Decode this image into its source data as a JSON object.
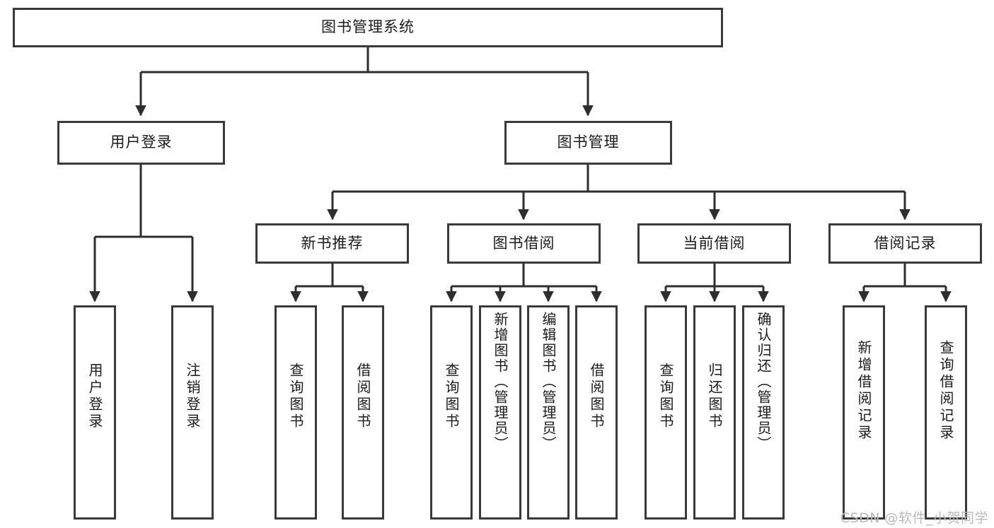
{
  "diagram": {
    "type": "tree-hierarchy",
    "title": "图书管理系统",
    "orientation": "top-down",
    "colors": {
      "stroke": "#3a3a3a",
      "fill": "#ffffff",
      "text": "#1b1b1b",
      "watermark": "#b9b9b9"
    },
    "root": {
      "label": "图书管理系统"
    },
    "level2": [
      {
        "label": "用户登录"
      },
      {
        "label": "图书管理"
      }
    ],
    "level3": [
      {
        "label": "新书推荐"
      },
      {
        "label": "图书借阅"
      },
      {
        "label": "当前借阅"
      },
      {
        "label": "借阅记录"
      }
    ],
    "leaves": {
      "user_login": [
        {
          "label": "用户登录"
        },
        {
          "label": "注销登录"
        }
      ],
      "new_book_recommend": [
        {
          "label": "查询图书"
        },
        {
          "label": "借阅图书"
        }
      ],
      "book_borrow": [
        {
          "label": "查询图书"
        },
        {
          "label": "新增图书（管理员）"
        },
        {
          "label": "编辑图书（管理员）"
        },
        {
          "label": "借阅图书"
        }
      ],
      "current_borrow": [
        {
          "label": "查询图书"
        },
        {
          "label": "归还图书"
        },
        {
          "label": "确认归还（管理员）"
        }
      ],
      "borrow_record": [
        {
          "label": "新增借阅记录"
        },
        {
          "label": "查询借阅记录"
        }
      ]
    }
  },
  "watermark": {
    "text": "CSDN @软件_小贺同学"
  }
}
